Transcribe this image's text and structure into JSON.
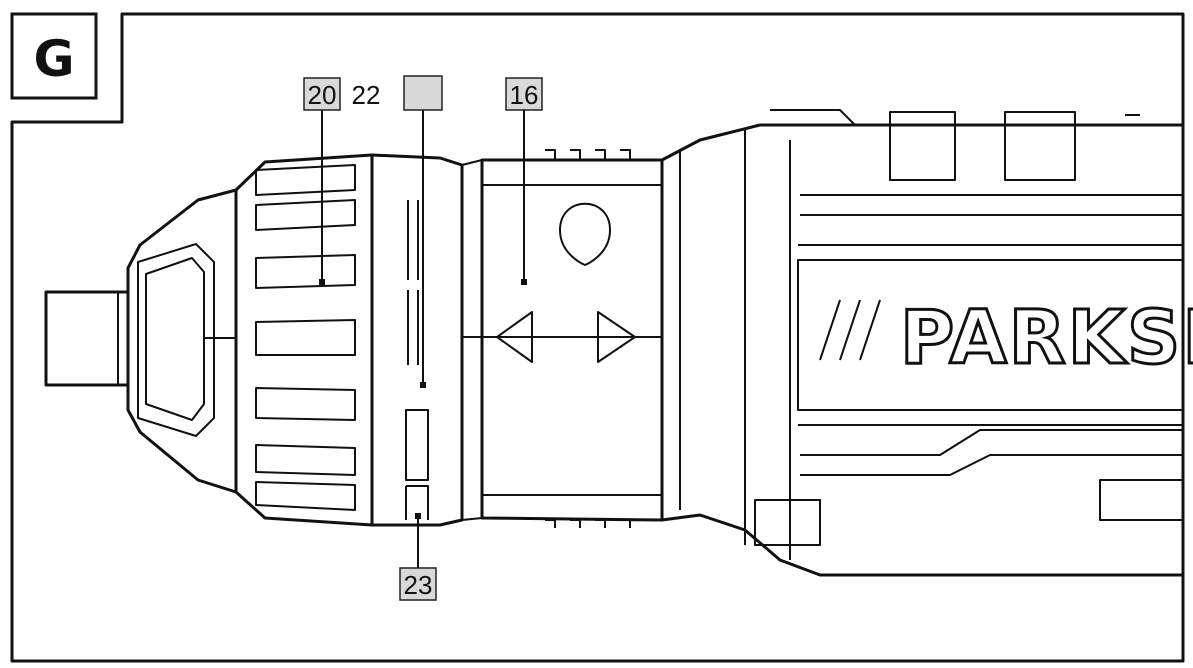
{
  "panel": {
    "letter": "G"
  },
  "callouts": {
    "c20": "20",
    "c22": "22",
    "c_blank": "",
    "c16": "16",
    "c23": "23"
  },
  "brand": {
    "text": "PARKSI"
  },
  "colors": {
    "line": "#111111",
    "callout_fill": "#d9d9d9",
    "background": "#ffffff"
  }
}
